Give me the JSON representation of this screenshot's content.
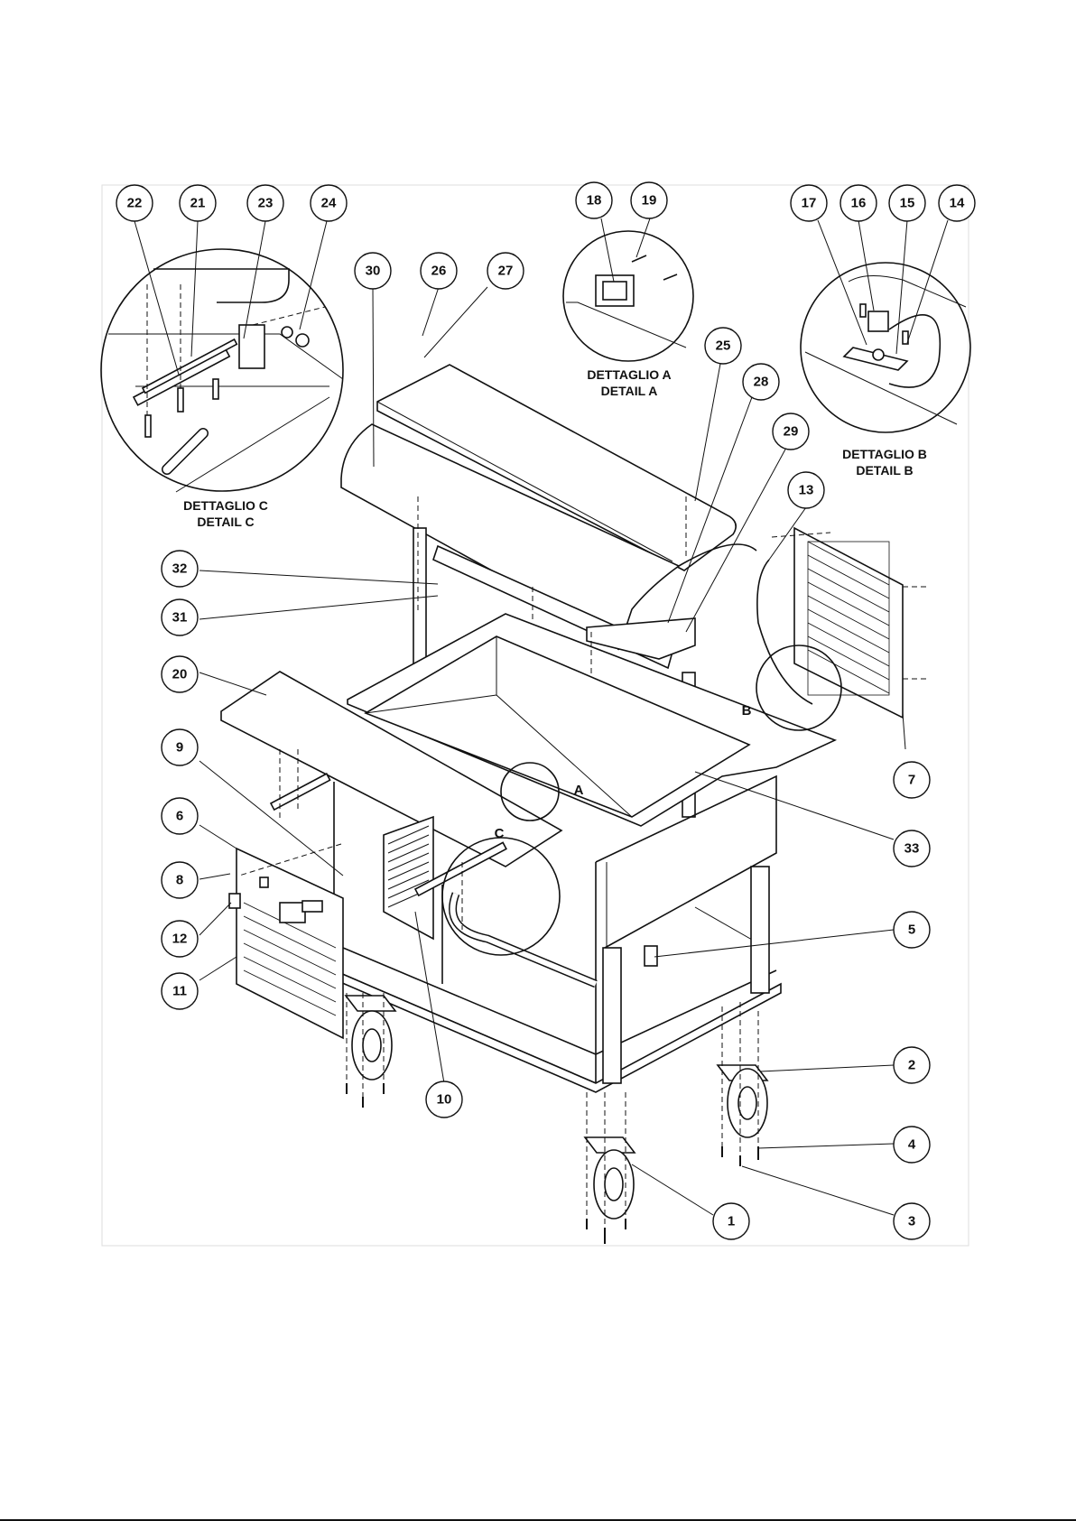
{
  "detail_labels": {
    "A": {
      "letter": "A",
      "line1": "DETTAGLIO A",
      "line2": "DETAIL A"
    },
    "B": {
      "letter": "B",
      "line1": "DETTAGLIO B",
      "line2": "DETAIL B"
    },
    "C": {
      "letter": "C",
      "line1": "DETTAGLIO C",
      "line2": "DETAIL C"
    }
  },
  "callouts": {
    "c1": "1",
    "c2": "2",
    "c3": "3",
    "c4": "4",
    "c5": "5",
    "c6": "6",
    "c7": "7",
    "c8": "8",
    "c9": "9",
    "c10": "10",
    "c11": "11",
    "c12": "12",
    "c13": "13",
    "c14": "14",
    "c15": "15",
    "c16": "16",
    "c17": "17",
    "c18": "18",
    "c19": "19",
    "c20": "20",
    "c21": "21",
    "c22": "22",
    "c23": "23",
    "c24": "24",
    "c25": "25",
    "c26": "26",
    "c27": "27",
    "c28": "28",
    "c29": "29",
    "c30": "30",
    "c31": "31",
    "c32": "32",
    "c33": "33"
  }
}
